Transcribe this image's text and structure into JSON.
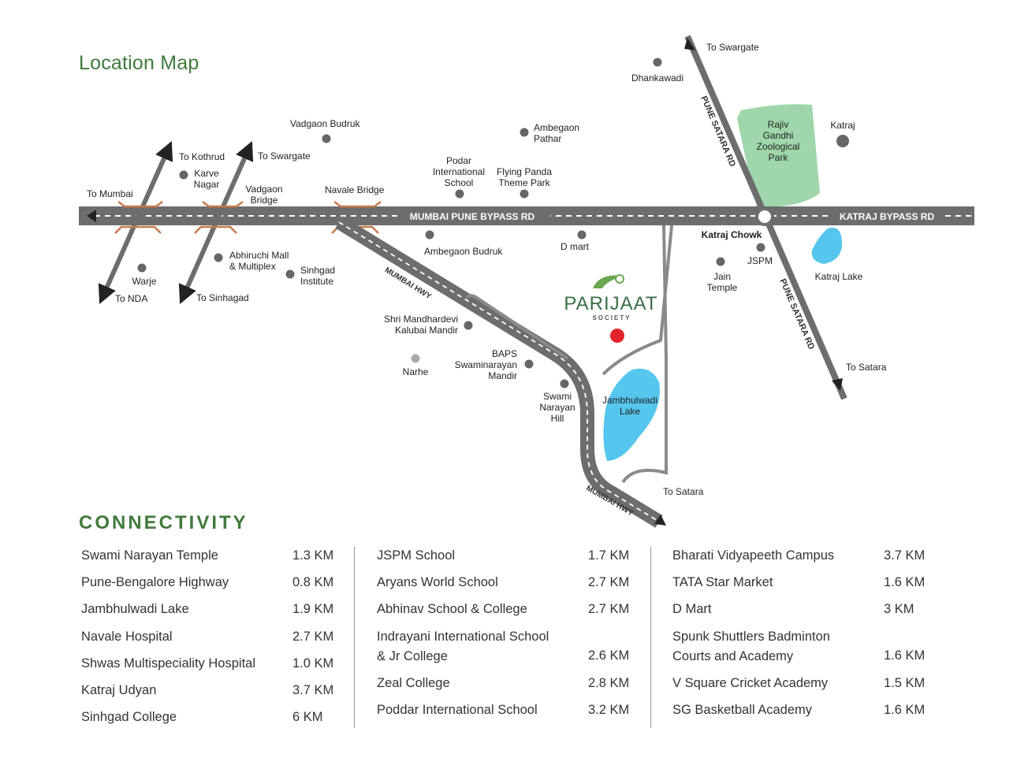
{
  "title": "Location Map",
  "brand": {
    "name": "PARIJAAT",
    "tag": "SOCIETY"
  },
  "roads": {
    "bypass_west": "MUMBAI PUNE BYPASS RD",
    "bypass_east": "KATRAJ BYPASS RD",
    "satara_north": "PUNE SATARA RD",
    "satara_south": "PUNE SATARA RD",
    "hwy_upper": "MUMBAI HWY",
    "hwy_lower": "MUMBAI HWY"
  },
  "directions": {
    "to_kothrud": "To Kothrud",
    "to_swargate_left": "To Swargate",
    "to_mumbai": "To Mumbai",
    "to_nda": "To NDA",
    "to_sinhagad": "To Sinhagad",
    "to_swargate_right": "To Swargate",
    "to_satara_right": "To Satara",
    "to_satara_bottom": "To Satara"
  },
  "places": {
    "vadgaon_budruk": "Vadgaon Budruk",
    "karve_nagar": [
      "Karve",
      "Nagar"
    ],
    "vadgaon_bridge": [
      "Vadgaon",
      "Bridge"
    ],
    "navale_bridge": "Navale Bridge",
    "podar_school": [
      "Podar",
      "International",
      "School"
    ],
    "ambegaon_pathar": [
      "Ambegaon",
      "Pathar"
    ],
    "flying_panda": [
      "Flying Panda",
      "Theme Park"
    ],
    "dhankawadi": "Dhankawadi",
    "rajiv_park": [
      "Rajiv",
      "Gandhi",
      "Zoological",
      "Park"
    ],
    "katraj": "Katraj",
    "warje": "Warje",
    "abhiruchi_mall": [
      "Abhiruchi Mall",
      "& Multiplex"
    ],
    "sinhgad_institute": [
      "Sinhgad",
      "Institute"
    ],
    "ambegaon_budruk": "Ambegaon Budruk",
    "d_mart": "D mart",
    "katraj_chowk": "Katraj Chowk",
    "jspm": "JSPM",
    "jain_temple": [
      "Jain",
      "Temple"
    ],
    "katraj_lake": "Katraj Lake",
    "kalubai_mandir": [
      "Shri Mandhardevi",
      "Kalubai Mandir"
    ],
    "narhe": "Narhe",
    "baps_mandir": [
      "BAPS",
      "Swaminarayan",
      "Mandir"
    ],
    "swami_hill": [
      "Swami",
      "Narayan",
      "Hill"
    ],
    "jambhulwadi_lake": [
      "Jambhulwadi",
      "Lake"
    ]
  },
  "connectivity": {
    "title": "CONNECTIVITY",
    "columns": [
      [
        {
          "name": "Swami Narayan Temple",
          "distance": "1.3 KM"
        },
        {
          "name": "Pune-Bengalore Highway",
          "distance": "0.8 KM"
        },
        {
          "name": "Jambhulwadi Lake",
          "distance": "1.9 KM"
        },
        {
          "name": "Navale Hospital",
          "distance": "2.7 KM"
        },
        {
          "name": "Shwas Multispeciality Hospital",
          "distance": "1.0 KM"
        },
        {
          "name": "Katraj Udyan",
          "distance": "3.7 KM"
        },
        {
          "name": "Sinhgad College",
          "distance": "6 KM"
        }
      ],
      [
        {
          "name": "JSPM School",
          "distance": "1.7 KM"
        },
        {
          "name": "Aryans World School",
          "distance": "2.7 KM"
        },
        {
          "name": "Abhinav School & College",
          "distance": "2.7 KM"
        },
        {
          "name": "Indrayani International School",
          "name2": " & Jr College",
          "distance": "2.6 KM"
        },
        {
          "name": "Zeal College",
          "distance": "2.8 KM"
        },
        {
          "name": "Poddar International School",
          "distance": "3.2 KM"
        }
      ],
      [
        {
          "name": "Bharati Vidyapeeth Campus",
          "distance": "3.7 KM"
        },
        {
          "name": "TATA Star Market",
          "distance": "1.6 KM"
        },
        {
          "name": "D Mart",
          "distance": "3 KM"
        },
        {
          "name": "Spunk Shuttlers Badminton",
          "name2": "Courts and Academy",
          "distance": "1.6 KM"
        },
        {
          "name": "V Square Cricket Academy",
          "distance": "1.5 KM"
        },
        {
          "name": "SG Basketball Academy",
          "distance": "1.6 KM"
        }
      ]
    ]
  },
  "colors": {
    "green": "#3f7a3c",
    "road": "#6d6d6d",
    "lake": "#55c6ee",
    "park": "#9fd6ab",
    "marker": "#e3232a",
    "bridge": "#c87a4a"
  }
}
